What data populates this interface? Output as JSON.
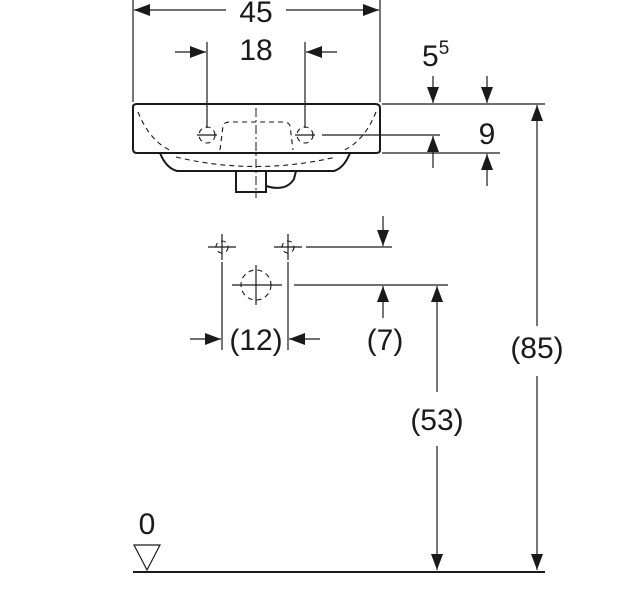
{
  "dimensions": {
    "width_total": "45",
    "tap_hole_spacing": "18",
    "rim_offset_base": "5",
    "rim_offset_superscript": "5",
    "basin_height": "9",
    "connection_spacing": "(12)",
    "connection_offset": "(7)",
    "drain_height": "(53)",
    "total_height": "(85)",
    "floor_level": "0"
  }
}
